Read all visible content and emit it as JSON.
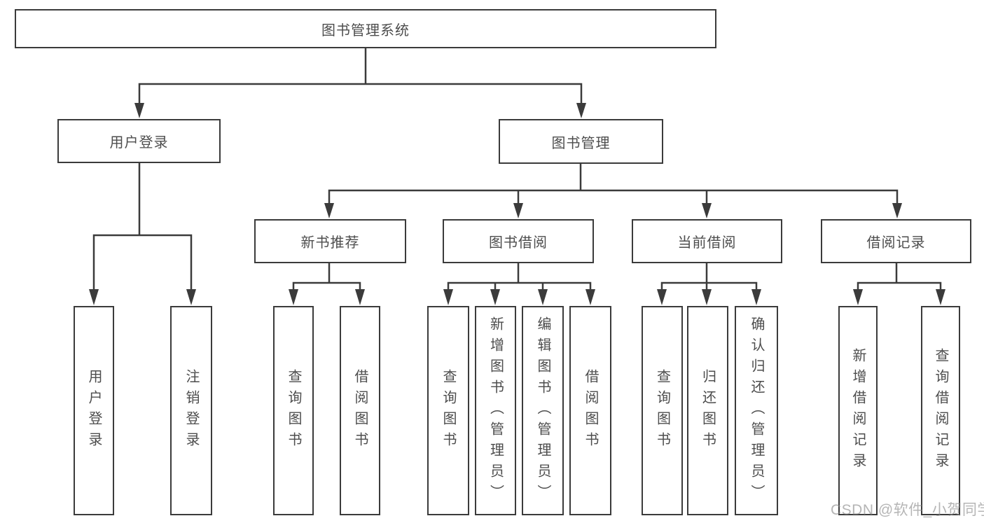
{
  "diagram": {
    "type": "hierarchy-tree",
    "watermark": "CSDN @软件_小贺同学",
    "colors": {
      "background": "#ffffff",
      "line": "#3b3b3b",
      "box_border": "#3b3b3b",
      "text": "#4d4d4d",
      "watermark": "#ababab"
    },
    "tree": {
      "root": {
        "label": "图书管理系统",
        "children": [
          {
            "label": "用户登录",
            "children": [
              {
                "label": "用户登录"
              },
              {
                "label": "注销登录"
              }
            ]
          },
          {
            "label": "图书管理",
            "children": [
              {
                "label": "新书推荐",
                "children": [
                  {
                    "label": "查询图书"
                  },
                  {
                    "label": "借阅图书"
                  }
                ]
              },
              {
                "label": "图书借阅",
                "children": [
                  {
                    "label": "查询图书"
                  },
                  {
                    "label": "新增图书（管理员）"
                  },
                  {
                    "label": "编辑图书（管理员）"
                  },
                  {
                    "label": "借阅图书"
                  }
                ]
              },
              {
                "label": "当前借阅",
                "children": [
                  {
                    "label": "查询图书"
                  },
                  {
                    "label": "归还图书"
                  },
                  {
                    "label": "确认归还（管理员）"
                  }
                ]
              },
              {
                "label": "借阅记录",
                "children": [
                  {
                    "label": "新增借阅记录"
                  },
                  {
                    "label": "查询借阅记录"
                  }
                ]
              }
            ]
          }
        ]
      }
    }
  }
}
